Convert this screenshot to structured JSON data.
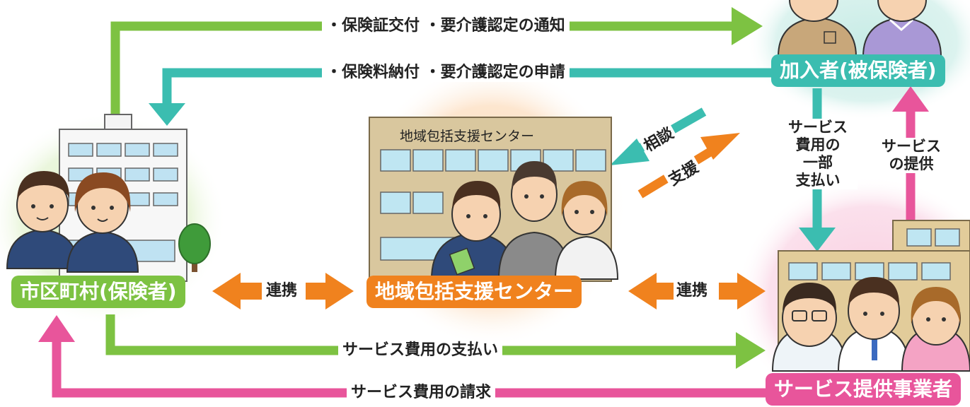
{
  "colors": {
    "green": "#7dc242",
    "teal": "#3bbdb0",
    "orange": "#f0821e",
    "pink": "#e8559b"
  },
  "flows": {
    "top_notice": "・保険証交付 ・要介護認定の通知",
    "top_apply": "・保険料納付 ・要介護認定の申請",
    "renkei_left": "連携",
    "renkei_right": "連携",
    "payment": "サービス費用の支払い",
    "billing": "サービス費用の請求",
    "soudan": "相談",
    "shien": "支援",
    "partial_payment": "サービス\n費用の\n一部\n支払い",
    "service_provision": "サービス\nの提供"
  },
  "nodes": {
    "municipality": "市区町村(保険者)",
    "center": "地域包括支援センター",
    "center_sign": "地域包括支援センター",
    "insured": "加入者(被保険者)",
    "provider": "サービス提供事業者"
  }
}
